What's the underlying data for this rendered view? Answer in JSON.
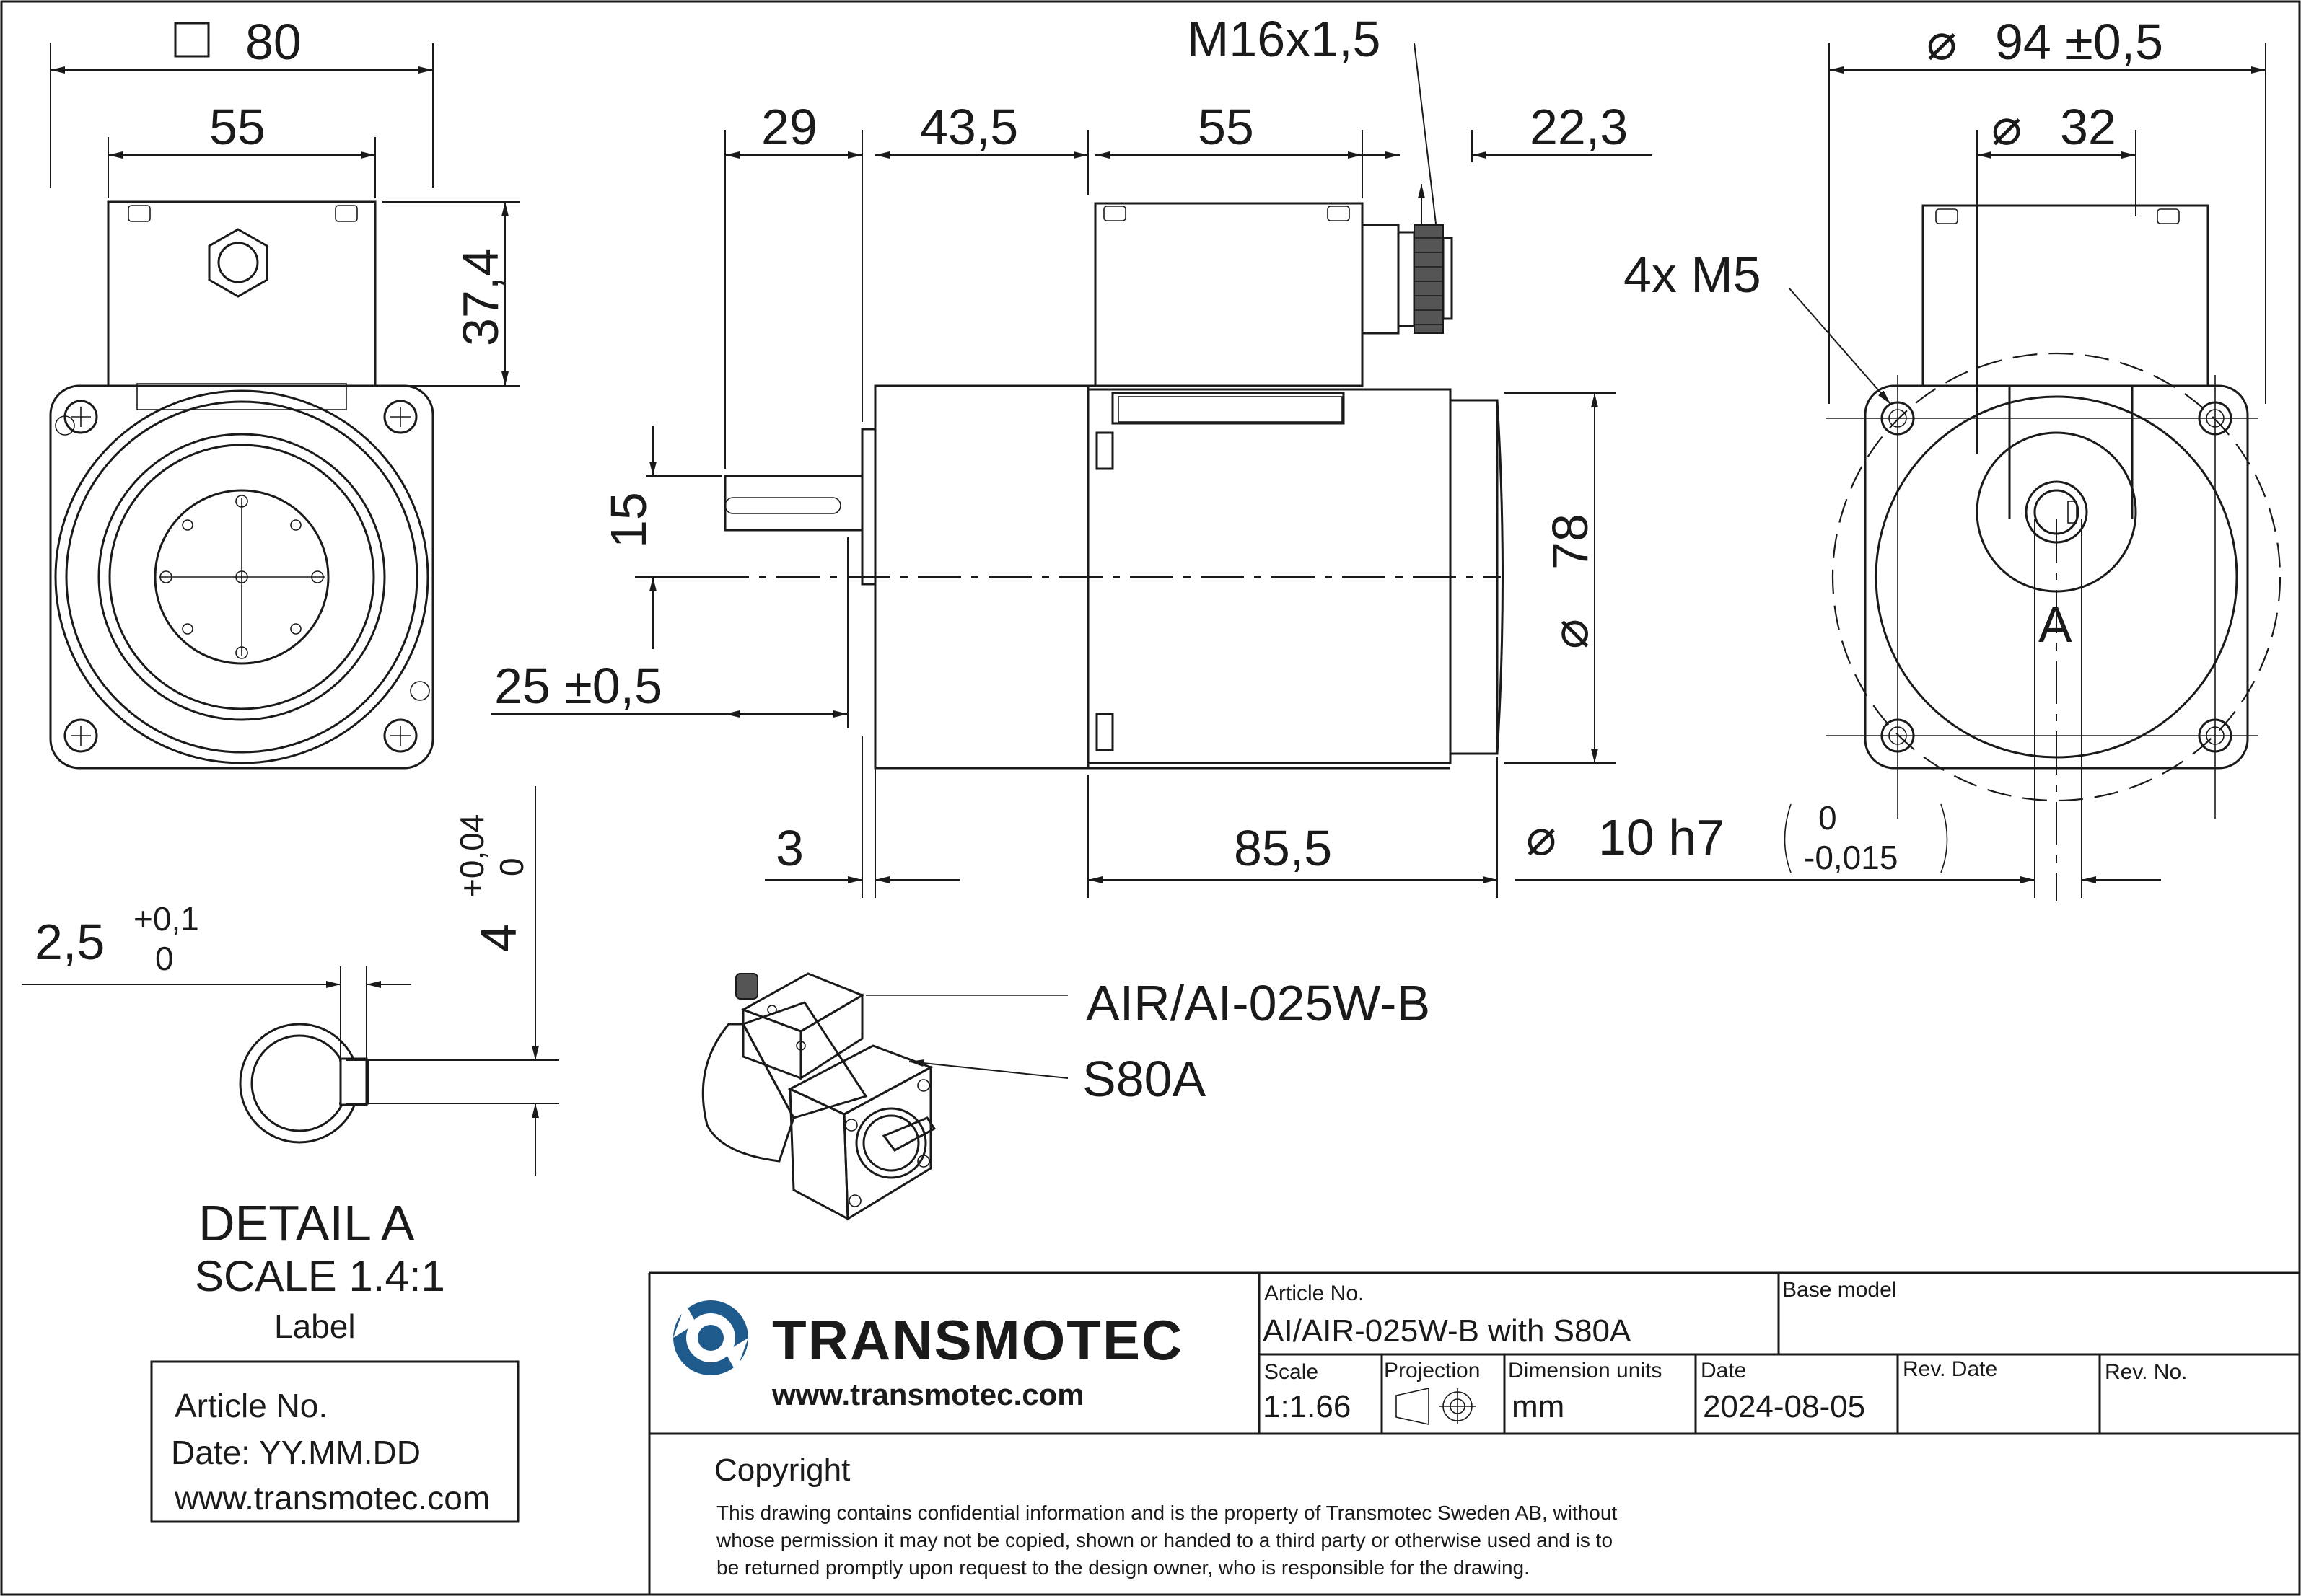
{
  "dimensions": {
    "front_square": "80",
    "front_width": "55",
    "front_height": "37,4",
    "shaft_len": "29",
    "d43": "43,5",
    "d55": "55",
    "d22": "22,3",
    "thread": "M16x1,5",
    "key": "15",
    "shaft_proj": "25 ±0,5",
    "flange": "3",
    "body_len": "85,5",
    "body_dia": "78",
    "shaft_dia": "10 h7",
    "shaft_tol_upper": "0",
    "shaft_tol_lower": "-0,015",
    "pcd": "94 ±0,5",
    "boss": "32",
    "holes": "4x M5",
    "detail_mark": "A",
    "keyway_w": "2,5",
    "keyway_w_upper": "+0,1",
    "keyway_w_lower": "0",
    "keyway_d": "4",
    "keyway_d_upper": "+0,04",
    "keyway_d_lower": "0"
  },
  "detail": {
    "title": "DETAIL A",
    "scale": "SCALE 1.4:1",
    "label_heading": "Label"
  },
  "label_box": {
    "line1": "Article No.",
    "line2": "Date: YY.MM.DD",
    "line3": "www.transmotec.com"
  },
  "callouts": {
    "motor": "AIR/AI-025W-B",
    "gearbox": "S80A"
  },
  "title_block": {
    "brand": "TRANSMOTEC",
    "website": "www.transmotec.com",
    "article_no_label": "Article No.",
    "article_no": "AI/AIR-025W-B with S80A",
    "base_model_label": "Base model",
    "base_model": "",
    "scale_label": "Scale",
    "scale": "1:1.66",
    "projection_label": "Projection",
    "units_label": "Dimension units",
    "units": "mm",
    "date_label": "Date",
    "date": "2024-08-05",
    "rev_date_label": "Rev. Date",
    "rev_no_label": "Rev. No.",
    "copyright_heading": "Copyright",
    "copyright_1": "This drawing contains confidential information and is the property of Transmotec Sweden AB, without",
    "copyright_2": "whose permission it may not be copied, shown or handed to a third party or otherwise used and is to",
    "copyright_3": "be returned promptly upon request to the design owner, who is responsible for the drawing."
  },
  "colors": {
    "line": "#1a1a1a",
    "logo_blue": "#1f5a8c"
  }
}
